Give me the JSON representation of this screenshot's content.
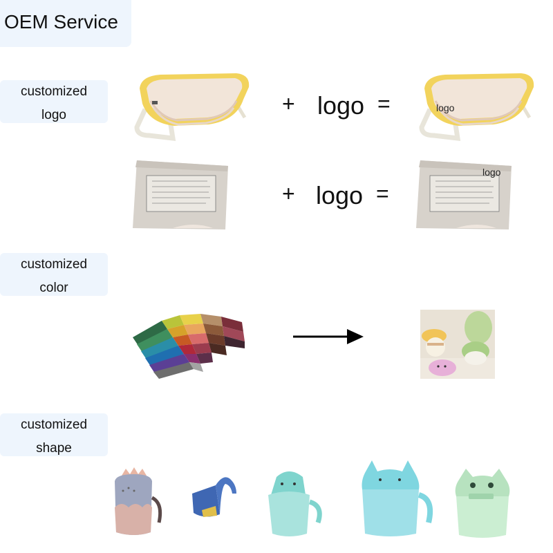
{
  "title": "OEM Service",
  "sections": {
    "logo": {
      "line1": "customized",
      "line2": "logo"
    },
    "color": {
      "line1": "customized",
      "line2": "color"
    },
    "shape": {
      "line1": "customized",
      "line2": "shape"
    }
  },
  "equation": {
    "plus": "+",
    "logo": "logo",
    "equals": "="
  },
  "overlay_logo": "logo",
  "icons": {
    "tub": "folding-baby-bathtub",
    "box": "carton-box-with-label",
    "swatch": "color-swatch-fan",
    "arrow": "right-arrow-icon",
    "potty": "colored-potty-product-photo",
    "cups": [
      "crown-rinse-cup",
      "duck-rinse-scoop",
      "dino-rinse-cup",
      "cat-rinse-cup",
      "frog-rinse-cup"
    ]
  },
  "colors": {
    "tag_bg": "#eef5fd",
    "tub_yellow": "#f3d35a",
    "tub_inner": "#f1e4d6"
  }
}
